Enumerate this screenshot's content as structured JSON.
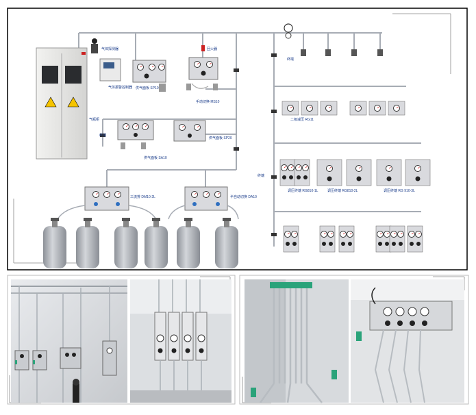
{
  "diagram": {
    "labels": {
      "gas_detector": "气体探测器",
      "gas_controller": "气体报警控制器",
      "supply_panel_sp10": "供气面板 SP10",
      "flame_arrestor": "回火器",
      "manual_valve_ms10": "手动切换 MS10",
      "gas_cabinet": "气瓶柜",
      "end_valve_left": "终端",
      "supply_panel_sa10": "供气面板 SA10",
      "supply_panel_sp20": "供气面板 SP20",
      "end_valve_top": "终端",
      "secondary_regulator_rg11": "二级减压 RG11",
      "end_valve_mid": "终端",
      "terminal_rg810_1l": "调压终端 RG810-1L",
      "terminal_rg810_2l": "调压终端 RG810-2L",
      "terminal_rg910_3l": "调压终端 RG 910-3L",
      "semi_auto_dm10": "三流排 DM10-2L",
      "semi_auto_da10": "半自动切换 DA10"
    }
  },
  "photos": [
    {
      "caption": ""
    },
    {
      "caption": ""
    },
    {
      "caption": ""
    },
    {
      "caption": ""
    }
  ],
  "colors": {
    "pipe": "#a7acb4",
    "label": "#1a3c8a",
    "cabinet": "#e6e6e4",
    "warning": "#f5c400",
    "panel": "#d9dade",
    "cylinder": "#b8bcc2",
    "fitting": "#2f6fc0",
    "knob": "#222222",
    "green_manifold": "#2aa37a"
  }
}
